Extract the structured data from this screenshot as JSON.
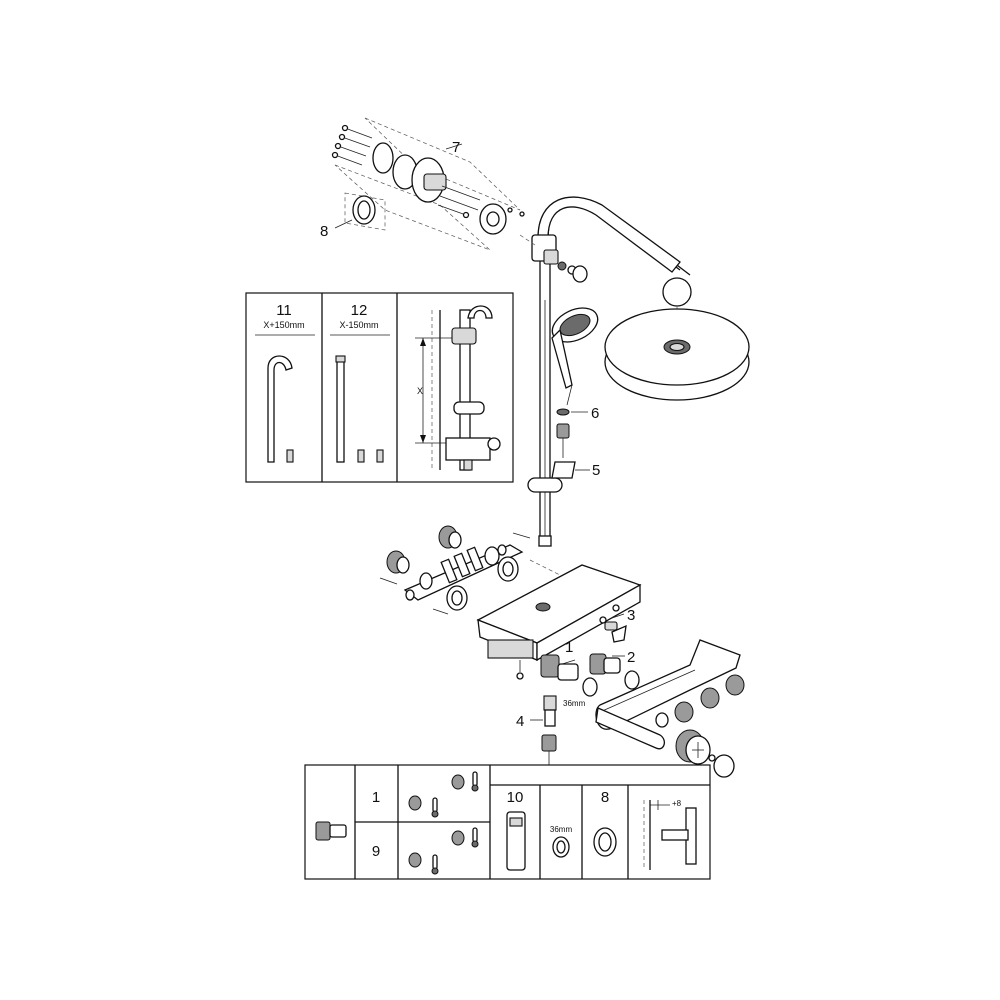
{
  "callouts": {
    "c1": "1",
    "c2": "2",
    "c3": "3",
    "c4": "4",
    "c5": "5",
    "c6": "6",
    "c7": "7",
    "c8": "8"
  },
  "measure_36mm": "36mm",
  "inset_extension": {
    "col1_number": "11",
    "col1_spec": "X+150mm",
    "col2_number": "12",
    "col2_spec": "X-150mm",
    "dimension_label": "X"
  },
  "bottom_table": {
    "row1_number": "1",
    "row2_number": "9",
    "tool_number": "10",
    "tool_size": "36mm",
    "rosette_number": "8",
    "offset_label": "+8"
  },
  "icons": [
    "thermometer-icon",
    "wrench-icon",
    "screw-icon",
    "nut-icon"
  ]
}
